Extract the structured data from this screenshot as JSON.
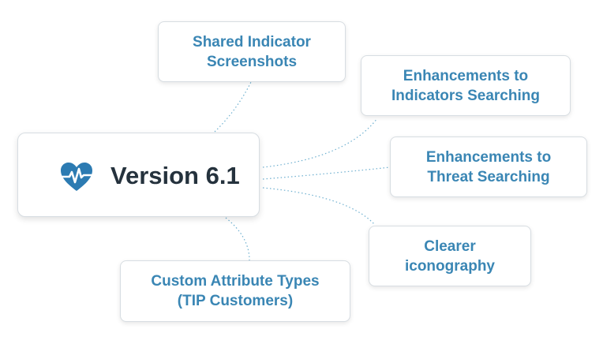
{
  "center": {
    "title": "Version 6.1",
    "icon": "heart-pulse-icon",
    "icon_color": "#2c7bb2"
  },
  "branches": [
    {
      "label": "Shared Indicator\nScreenshots"
    },
    {
      "label": "Enhancements to\nIndicators Searching"
    },
    {
      "label": "Enhancements to\nThreat Searching"
    },
    {
      "label": "Clearer\niconography"
    },
    {
      "label": "Custom Attribute Types\n(TIP Customers)"
    }
  ],
  "colors": {
    "branch_text": "#3a86b4",
    "center_text": "#25323d",
    "connector": "#6fb0d0"
  }
}
